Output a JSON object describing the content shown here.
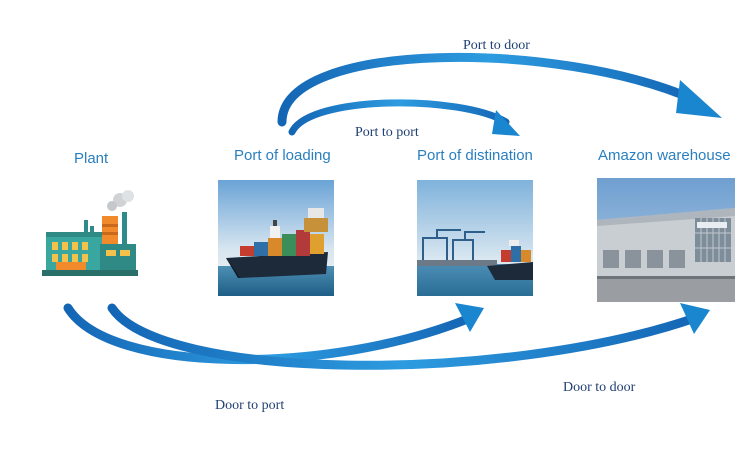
{
  "nodes": {
    "plant": "Plant",
    "port_of_loading": "Port of loading",
    "port_of_destination": "Port of distination",
    "amazon_warehouse": "Amazon warehouse"
  },
  "routes": {
    "port_to_door": "Port to door",
    "port_to_port": "Port to port",
    "door_to_port": "Door to port",
    "door_to_door": "Door to door"
  },
  "icons": [
    "factory-icon",
    "cargo-ship-photo",
    "container-port-photo",
    "warehouse-photo"
  ],
  "colors": {
    "arrow": "#1a86d0",
    "label": "#2a7fbf",
    "route_label": "#1f3f73"
  }
}
